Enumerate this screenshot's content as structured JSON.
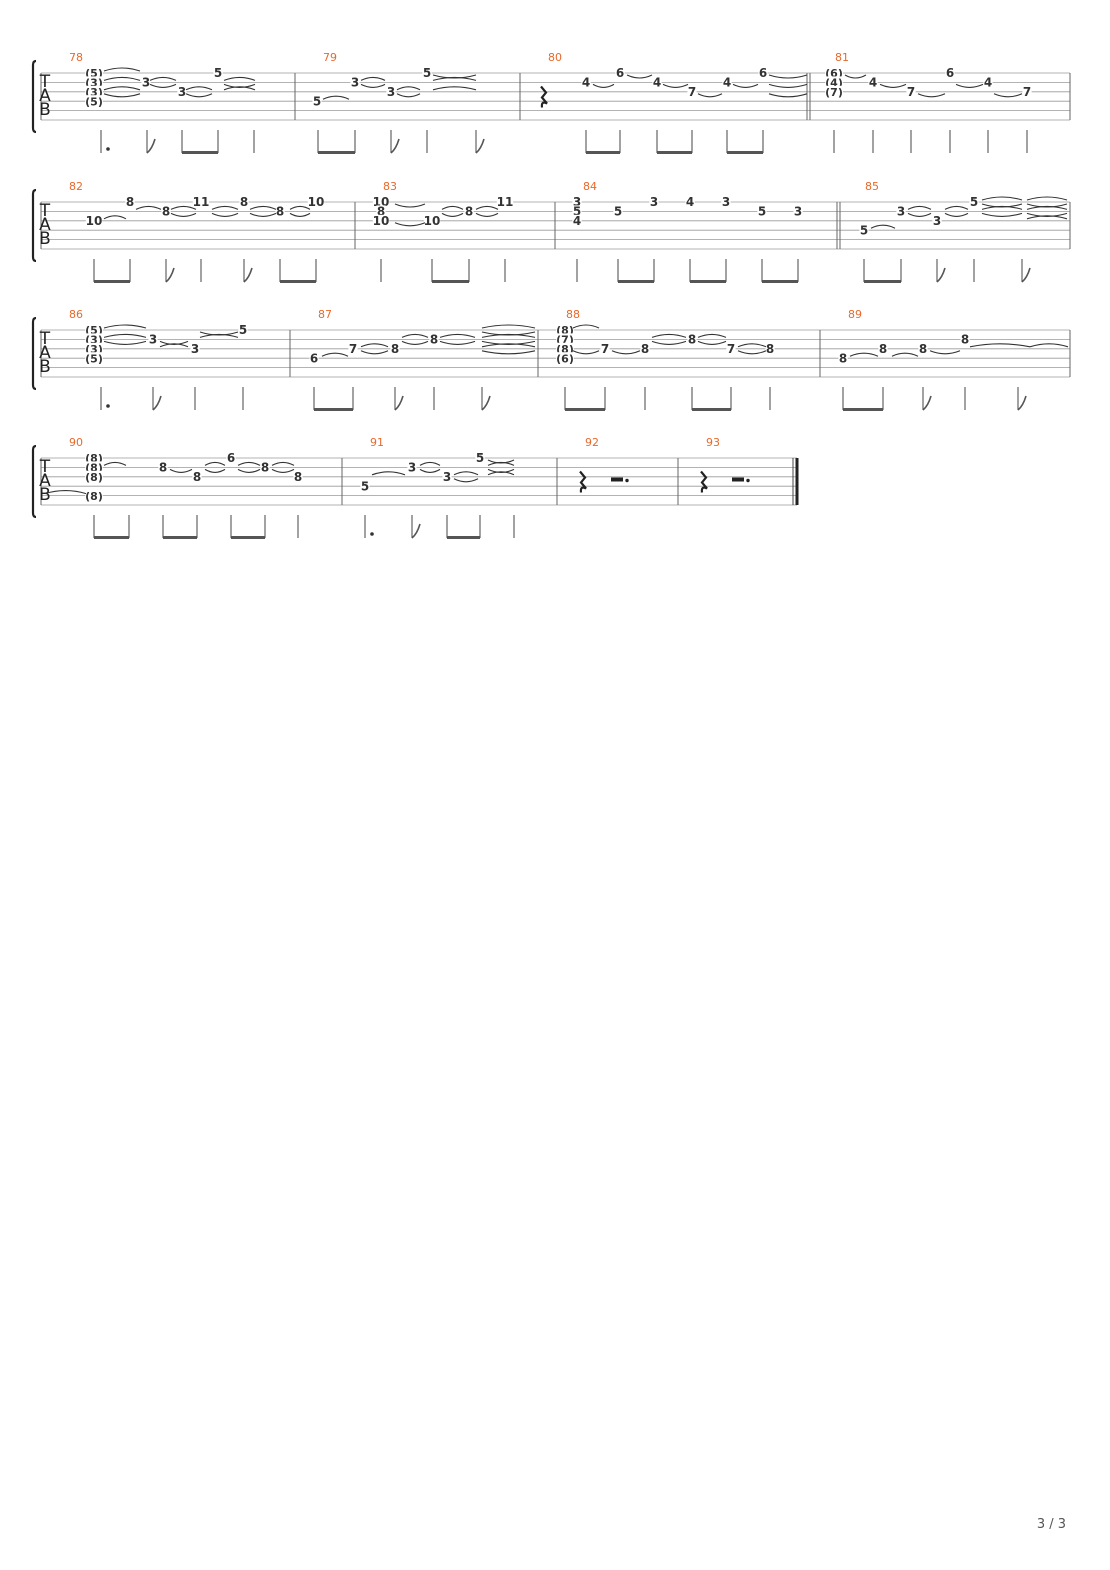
{
  "page": {
    "number": "3 / 3"
  },
  "tab_clef": [
    "T",
    "A",
    "B"
  ],
  "rows": [
    {
      "measures": [
        {
          "num": "78",
          "notes": [
            {
              "s": 1,
              "t": "(5)"
            },
            {
              "s": 2,
              "t": "(3)"
            },
            {
              "s": 3,
              "t": "(3)"
            },
            {
              "s": 4,
              "t": "(5)"
            },
            {
              "s": 2,
              "t": "3"
            },
            {
              "s": 3,
              "t": "3"
            },
            {
              "s": 1,
              "t": "5"
            }
          ]
        },
        {
          "num": "79",
          "notes": [
            {
              "s": 4,
              "t": "5"
            },
            {
              "s": 2,
              "t": "3"
            },
            {
              "s": 3,
              "t": "3"
            },
            {
              "s": 1,
              "t": "5"
            }
          ]
        },
        {
          "num": "80",
          "notes": [
            {
              "s": 2,
              "t": "4"
            },
            {
              "s": 1,
              "t": "6"
            },
            {
              "s": 2,
              "t": "4"
            },
            {
              "s": 3,
              "t": "7"
            },
            {
              "s": 2,
              "t": "4"
            },
            {
              "s": 1,
              "t": "6"
            }
          ]
        },
        {
          "num": "81",
          "notes": [
            {
              "s": 1,
              "t": "(6)"
            },
            {
              "s": 2,
              "t": "(4)"
            },
            {
              "s": 3,
              "t": "(7)"
            },
            {
              "s": 2,
              "t": "4"
            },
            {
              "s": 3,
              "t": "7"
            },
            {
              "s": 1,
              "t": "6"
            },
            {
              "s": 2,
              "t": "4"
            },
            {
              "s": 3,
              "t": "7"
            }
          ]
        }
      ]
    },
    {
      "measures": [
        {
          "num": "82",
          "notes": [
            {
              "s": 3,
              "t": "10"
            },
            {
              "s": 1,
              "t": "8"
            },
            {
              "s": 2,
              "t": "8"
            },
            {
              "s": 1,
              "t": "11"
            },
            {
              "s": 1,
              "t": "8"
            },
            {
              "s": 2,
              "t": "8"
            },
            {
              "s": 1,
              "t": "10"
            }
          ]
        },
        {
          "num": "83",
          "notes": [
            {
              "s": 1,
              "t": "10"
            },
            {
              "s": 2,
              "t": "8"
            },
            {
              "s": 3,
              "t": "10"
            },
            {
              "s": 3,
              "t": "10"
            },
            {
              "s": 2,
              "t": "8"
            },
            {
              "s": 1,
              "t": "11"
            }
          ]
        },
        {
          "num": "84",
          "notes": [
            {
              "s": 1,
              "t": "3"
            },
            {
              "s": 2,
              "t": "5"
            },
            {
              "s": 3,
              "t": "4"
            },
            {
              "s": 2,
              "t": "5"
            },
            {
              "s": 1,
              "t": "3"
            },
            {
              "s": 1,
              "t": "4"
            },
            {
              "s": 1,
              "t": "3"
            },
            {
              "s": 2,
              "t": "5"
            },
            {
              "s": 2,
              "t": "3"
            }
          ]
        },
        {
          "num": "85",
          "notes": [
            {
              "s": 4,
              "t": "5"
            },
            {
              "s": 2,
              "t": "3"
            },
            {
              "s": 3,
              "t": "3"
            },
            {
              "s": 1,
              "t": "5"
            }
          ]
        }
      ]
    },
    {
      "measures": [
        {
          "num": "86",
          "notes": [
            {
              "s": 1,
              "t": "(5)"
            },
            {
              "s": 2,
              "t": "(3)"
            },
            {
              "s": 3,
              "t": "(3)"
            },
            {
              "s": 4,
              "t": "(5)"
            },
            {
              "s": 2,
              "t": "3"
            },
            {
              "s": 3,
              "t": "3"
            },
            {
              "s": 1,
              "t": "5"
            }
          ]
        },
        {
          "num": "87",
          "notes": [
            {
              "s": 4,
              "t": "6"
            },
            {
              "s": 3,
              "t": "7"
            },
            {
              "s": 3,
              "t": "8"
            },
            {
              "s": 2,
              "t": "8"
            }
          ]
        },
        {
          "num": "88",
          "notes": [
            {
              "s": 1,
              "t": "(8)"
            },
            {
              "s": 2,
              "t": "(7)"
            },
            {
              "s": 3,
              "t": "(8)"
            },
            {
              "s": 4,
              "t": "(6)"
            },
            {
              "s": 3,
              "t": "7"
            },
            {
              "s": 3,
              "t": "8"
            },
            {
              "s": 2,
              "t": "8"
            },
            {
              "s": 3,
              "t": "7"
            },
            {
              "s": 3,
              "t": "8"
            }
          ]
        },
        {
          "num": "89",
          "notes": [
            {
              "s": 4,
              "t": "8"
            },
            {
              "s": 3,
              "t": "8"
            },
            {
              "s": 3,
              "t": "8"
            },
            {
              "s": 2,
              "t": "8"
            }
          ]
        }
      ]
    },
    {
      "measures": [
        {
          "num": "90",
          "notes": [
            {
              "s": 1,
              "t": "(8)"
            },
            {
              "s": 2,
              "t": "(8)"
            },
            {
              "s": 3,
              "t": "(8)"
            },
            {
              "s": 5,
              "t": "(8)"
            },
            {
              "s": 2,
              "t": "8"
            },
            {
              "s": 3,
              "t": "8"
            },
            {
              "s": 1,
              "t": "6"
            },
            {
              "s": 2,
              "t": "8"
            },
            {
              "s": 3,
              "t": "8"
            }
          ]
        },
        {
          "num": "91",
          "notes": [
            {
              "s": 4,
              "t": "5"
            },
            {
              "s": 2,
              "t": "3"
            },
            {
              "s": 3,
              "t": "3"
            },
            {
              "s": 1,
              "t": "5"
            }
          ]
        },
        {
          "num": "92",
          "notes": []
        },
        {
          "num": "93",
          "notes": []
        }
      ]
    }
  ]
}
